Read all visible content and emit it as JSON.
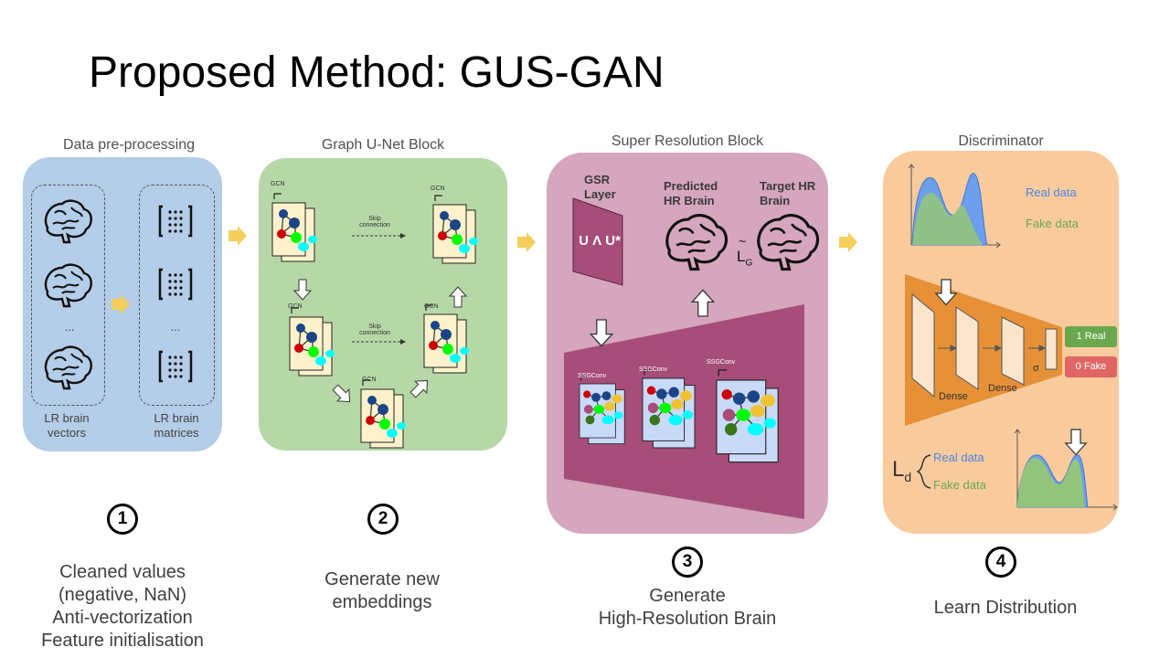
{
  "title": "Proposed Method: GUS-GAN",
  "panels": {
    "preprocessing": {
      "title": "Data pre-processing",
      "ellipsis_left": "...",
      "ellipsis_right": "...",
      "label_vectors": "LR brain vectors",
      "label_matrices": "LR brain matrices"
    },
    "graph_unet": {
      "title": "Graph U-Net Block",
      "gcn": "GCN",
      "skip": "Skip connection"
    },
    "super_resolution": {
      "title": "Super Resolution Block",
      "gsr_label": "GSR Layer",
      "gsr_formula": "U Λ U*",
      "predicted_label": "Predicted HR Brain",
      "target_label": "Target  HR Brain",
      "loss_symbol": "L",
      "loss_sub": "G",
      "ssgconv": "SSGConv"
    },
    "discriminator": {
      "title": "Discriminator",
      "real_data": "Real data",
      "fake_data": "Fake data",
      "dense": "Dense",
      "sigma": "σ",
      "real_badge": "1 Real",
      "fake_badge": "0 Fake",
      "loss_symbol": "L",
      "loss_sub": "d",
      "colors": {
        "real": "#4a86e8",
        "fake": "#6aa84f",
        "real_badge": "#6aa84f",
        "fake_badge": "#e06666"
      }
    }
  },
  "steps": [
    {
      "number": "1",
      "text": [
        "Cleaned values",
        "(negative, NaN)",
        "Anti-vectorization",
        "Feature initialisation"
      ]
    },
    {
      "number": "2",
      "text": [
        "Generate new",
        "embeddings"
      ]
    },
    {
      "number": "3",
      "text": [
        "Generate",
        "High-Resolution Brain"
      ]
    },
    {
      "number": "4",
      "text": [
        "Learn Distribution"
      ]
    }
  ]
}
